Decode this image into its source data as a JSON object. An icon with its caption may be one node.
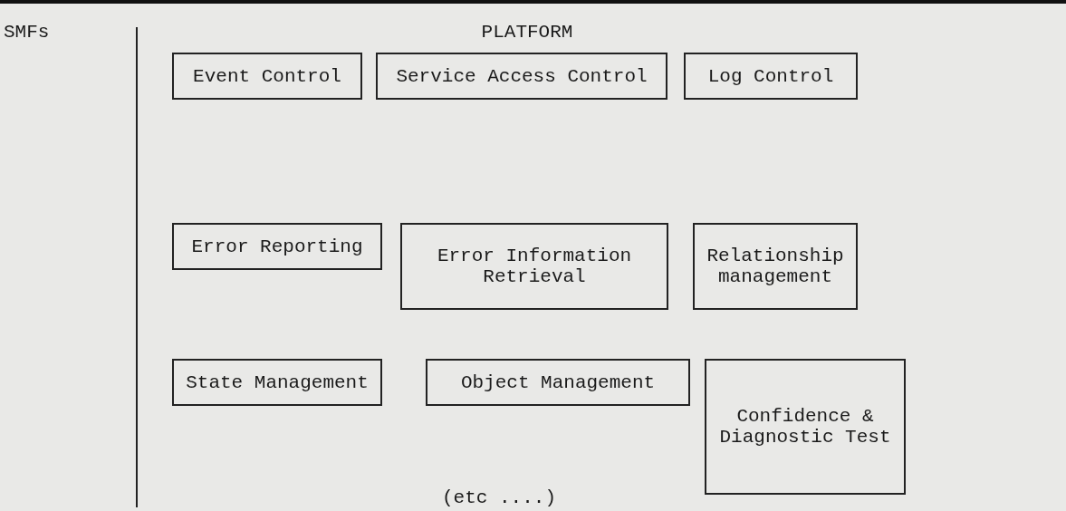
{
  "diagram": {
    "nodes": [
      {
        "text": [
          "Event Control"
        ]
      },
      {
        "text": [
          "Service Access Control"
        ]
      },
      {
        "text": [
          "Log Control"
        ]
      },
      {
        "text": [
          "Error Reporting"
        ]
      },
      {
        "text": [
          "Error Information Retrieval"
        ]
      },
      {
        "text": [
          "Relationship management"
        ]
      },
      {
        "text": [
          "State Management"
        ]
      },
      {
        "text": [
          "Object Management"
        ]
      },
      {
        "text": [
          "Confidence & Diagnostic Test"
        ]
      }
    ],
    "labels": [
      "SMFs",
      "PLATFORM",
      "(etc ....)"
    ]
  }
}
